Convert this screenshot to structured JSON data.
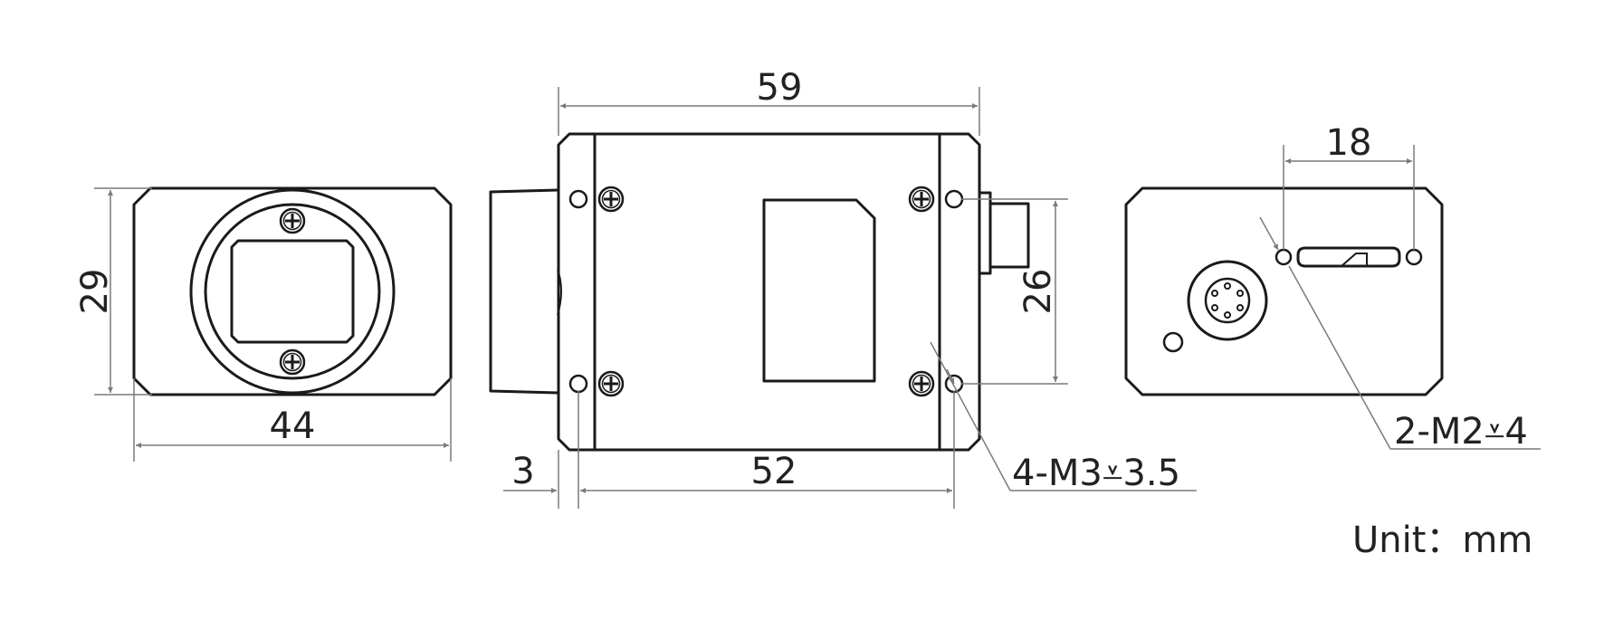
{
  "views": {
    "front": {
      "width_dim": "44",
      "height_dim": "29"
    },
    "side": {
      "length_dim": "59",
      "body_dim": "52",
      "flange_dim": "3",
      "hole_spacing_dim": "26",
      "hole_callout": "4-M3⩡3.5"
    },
    "rear": {
      "hole_spacing_dim": "18",
      "hole_callout": "2-M2⩡4"
    }
  },
  "unit_label": "Unit：mm",
  "colors": {
    "outline": "#1a1a1a",
    "dimension": "#7a7a7a",
    "text": "#222222"
  }
}
